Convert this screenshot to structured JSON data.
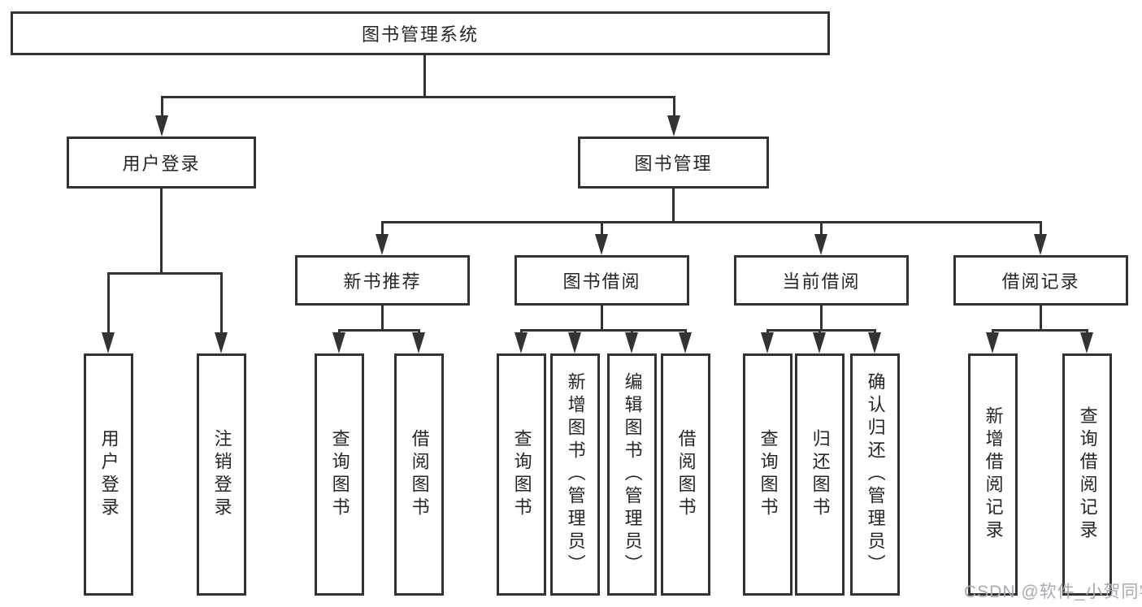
{
  "tree": {
    "root": "图书管理系统",
    "branches": [
      {
        "label": "用户登录",
        "children": [
          "用户登录",
          "注销登录"
        ]
      },
      {
        "label": "图书管理",
        "groups": [
          {
            "label": "新书推荐",
            "children": [
              "查询图书",
              "借阅图书"
            ]
          },
          {
            "label": "图书借阅",
            "children": [
              "查询图书",
              "新增图书（管理员）",
              "编辑图书（管理员）",
              "借阅图书"
            ]
          },
          {
            "label": "当前借阅",
            "children": [
              "查询图书",
              "归还图书",
              "确认归还（管理员）"
            ]
          },
          {
            "label": "借阅记录",
            "children": [
              "新增借阅记录",
              "查询借阅记录"
            ]
          }
        ]
      }
    ]
  },
  "watermark": "CSDN @软件_小贺同学",
  "colors": {
    "line": "#333333",
    "text": "#262626",
    "background": "#ffffff",
    "watermark": "#a9a9b2"
  }
}
